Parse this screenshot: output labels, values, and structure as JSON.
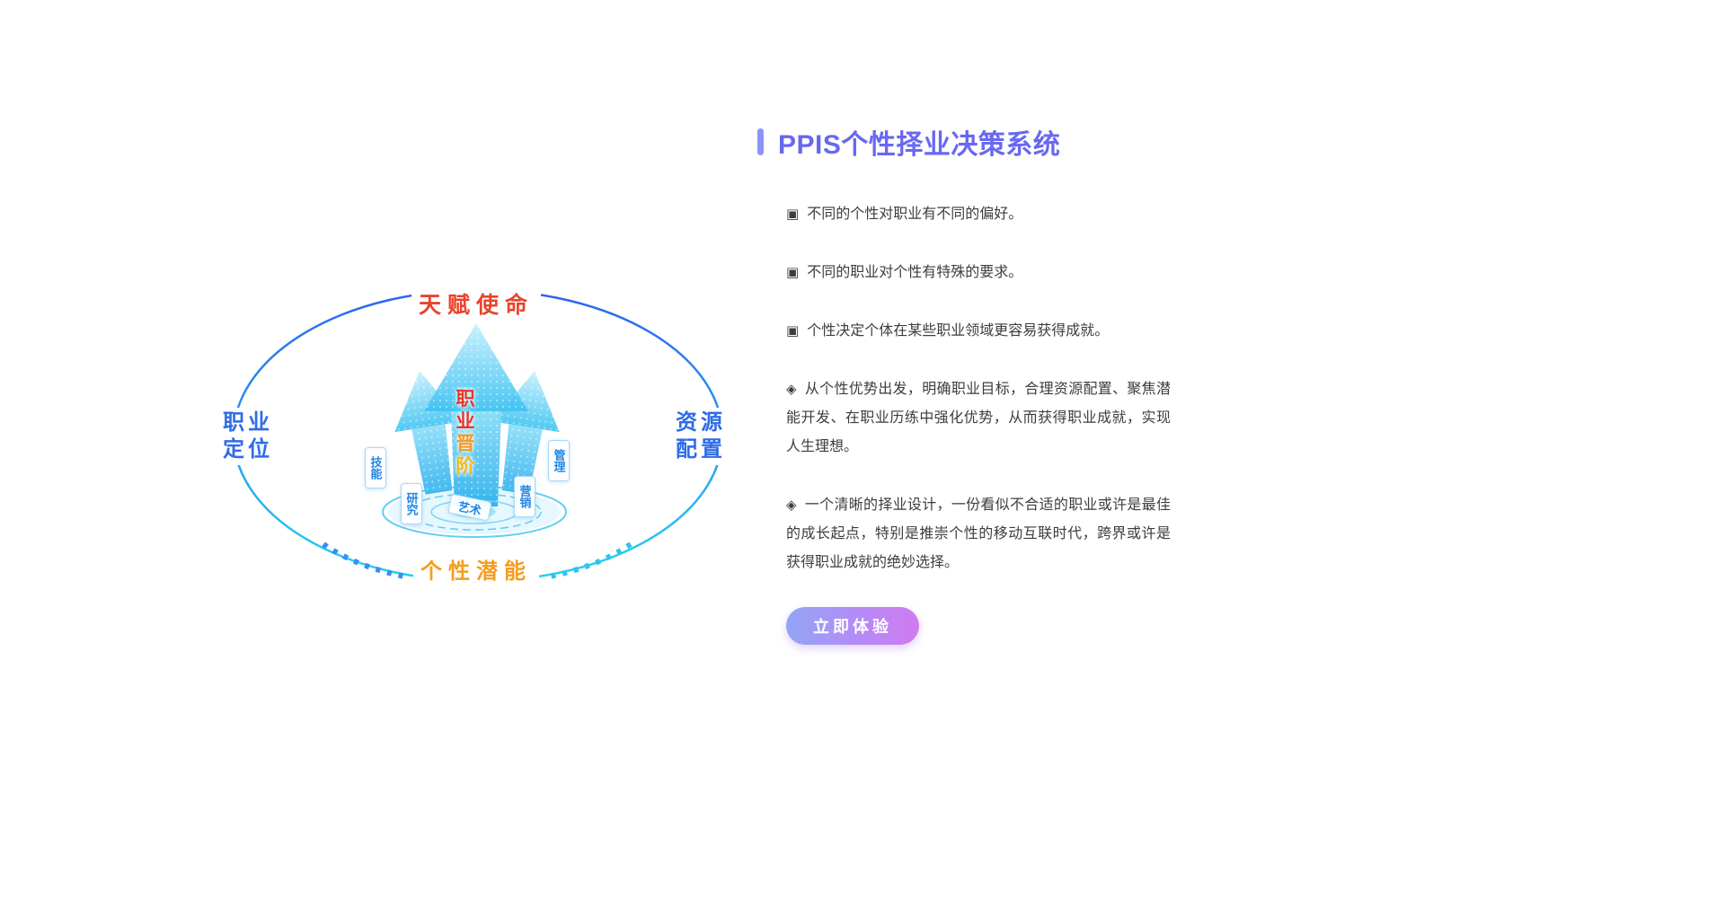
{
  "header": {
    "title": "PPIS个性择业决策系统"
  },
  "diagram": {
    "top_label": "天赋使命",
    "bottom_label": "个性潜能",
    "left_label": [
      "职业",
      "定位"
    ],
    "right_label": [
      "资源",
      "配置"
    ],
    "center_label": [
      "职",
      "业",
      "晋",
      "阶"
    ],
    "tags": [
      "技能",
      "研究",
      "艺术",
      "营销",
      "管理"
    ]
  },
  "content": {
    "points": [
      {
        "icon": "▣",
        "text": "不同的个性对职业有不同的偏好。"
      },
      {
        "icon": "▣",
        "text": "不同的职业对个性有特殊的要求。"
      },
      {
        "icon": "▣",
        "text": "个性决定个体在某些职业领域更容易获得成就。"
      },
      {
        "icon": "◈",
        "text": "从个性优势出发，明确职业目标，合理资源配置、聚焦潜能开发、在职业历练中强化优势，从而获得职业成就，实现人生理想。"
      },
      {
        "icon": "◈",
        "text": "一个清晰的择业设计，一份看似不合适的职业或许是最佳的成长起点，特别是推崇个性的移动互联时代，跨界或许是获得职业成就的绝妙选择。"
      }
    ],
    "cta_label": "立即体验"
  },
  "colors": {
    "title_purple": "#6868f2",
    "accent_red": "#e9432b",
    "accent_orange": "#f59d1f",
    "label_blue": "#2e6ce6",
    "tag_blue": "#1f86e8",
    "ring_blue": "#2b63f0",
    "ring_cyan": "#27d3ee",
    "arrow_cyan": "#3fc3f2",
    "body_text": "#3d3d3d",
    "cta_gradient_start": "#93a5f7",
    "cta_gradient_end": "#d07bf0"
  }
}
